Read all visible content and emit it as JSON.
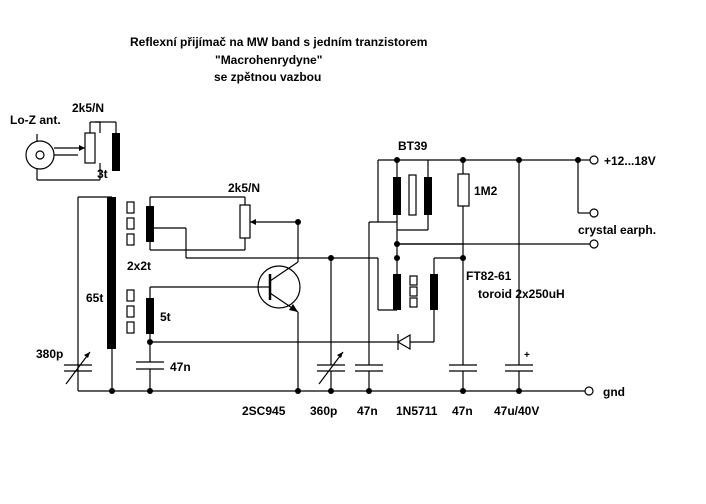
{
  "title": {
    "line1": "Reflexní přijímač na MW band s jedním tranzistorem",
    "line2": "\"Macrohenrydyne\"",
    "line3": "se zpětnou vazbou"
  },
  "labels": {
    "antenna": "Lo-Z ant.",
    "pot_ant": "2k5/N",
    "turns_3t": "3t",
    "pot_fb": "2k5/N",
    "transistor_id": "BT39",
    "r_1m2": "1M2",
    "supply": "+12...18V",
    "earphone": "crystal earph.",
    "turns_2x2t": "2x2t",
    "turns_65t": "65t",
    "turns_5t": "5t",
    "toroid_id": "FT82-61",
    "toroid_spec": "toroid 2x250uH",
    "cap_380p": "380p",
    "cap_47n_a": "47n",
    "gnd": "gnd",
    "transistor": "2SC945",
    "cap_360p": "360p",
    "cap_47n_b": "47n",
    "diode": "1N5711",
    "cap_47n_c": "47n",
    "cap_47u": "47u/40V",
    "plus": "+"
  }
}
